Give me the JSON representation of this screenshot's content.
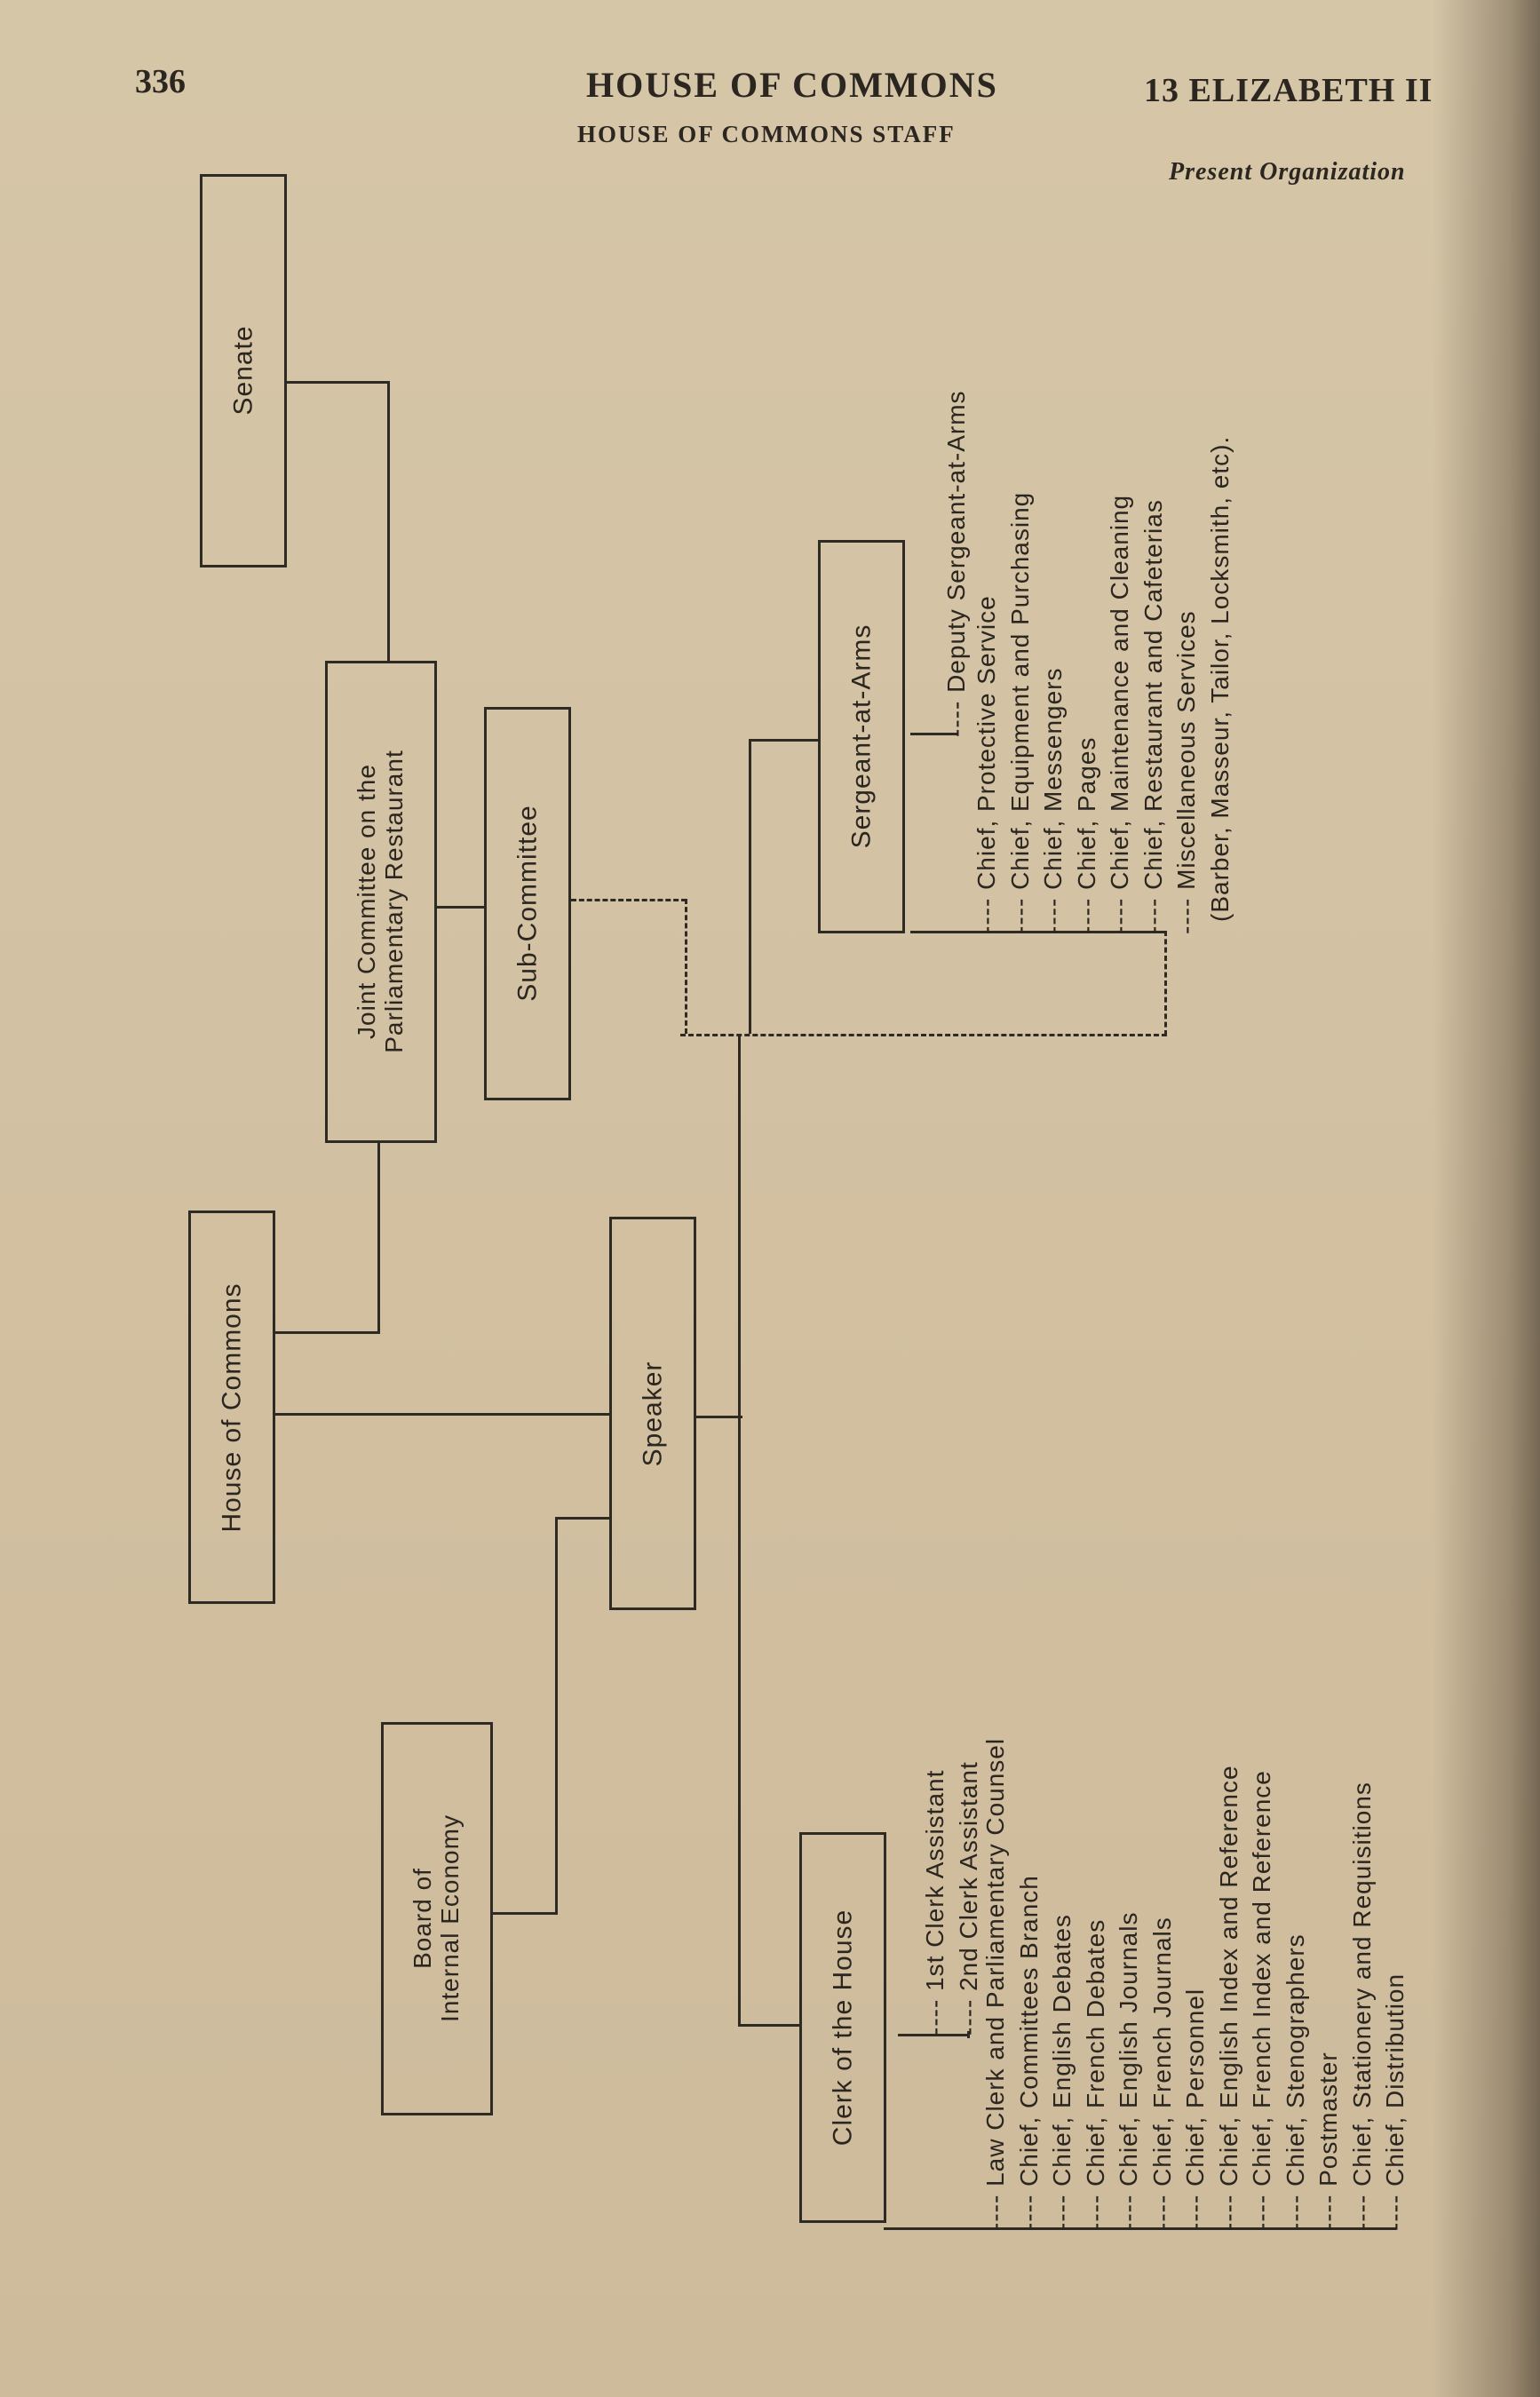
{
  "header": {
    "page_number": "336",
    "title": "HOUSE OF COMMONS",
    "regnal_year": "13 ELIZABETH II",
    "subtitle": "HOUSE OF COMMONS STAFF",
    "caption": "Present Organization"
  },
  "chart": {
    "senate": "Senate",
    "joint_committee": "Joint Committee on the\nParliamentary Restaurant",
    "sub_committee": "Sub-Committee",
    "house_of_commons": "House of Commons",
    "speaker": "Speaker",
    "board": "Board of\nInternal Economy",
    "sergeant": "Sergeant-at-Arms",
    "clerk": "Clerk of the House"
  },
  "sergeant_staff": {
    "deputy": "---- Deputy Sergeant-at-Arms",
    "items": [
      "---- Chief, Protective Service",
      "---- Chief, Equipment and Purchasing",
      "---- Chief, Messengers",
      "---- Chief, Pages",
      "---- Chief, Maintenance and Cleaning",
      "---- Chief, Restaurant and Cafeterias",
      "---- Miscellaneous Services",
      "(Barber, Masseur, Tailor, Locksmith, etc)."
    ]
  },
  "clerk_staff": {
    "assistants": [
      "---- 1st Clerk Assistant",
      "---- 2nd Clerk Assistant"
    ],
    "items": [
      "---- Law Clerk and Parliamentary Counsel",
      "---- Chief, Committees Branch",
      "---- Chief, English Debates",
      "---- Chief, French Debates",
      "---- Chief, English Journals",
      "---- Chief, French Journals",
      "---- Chief, Personnel",
      "---- Chief, English Index and Reference",
      "---- Chief, French Index and Reference",
      "---- Chief, Stenographers",
      "---- Postmaster",
      "---- Chief, Stationery and Requisitions",
      "---- Chief, Distribution"
    ]
  }
}
